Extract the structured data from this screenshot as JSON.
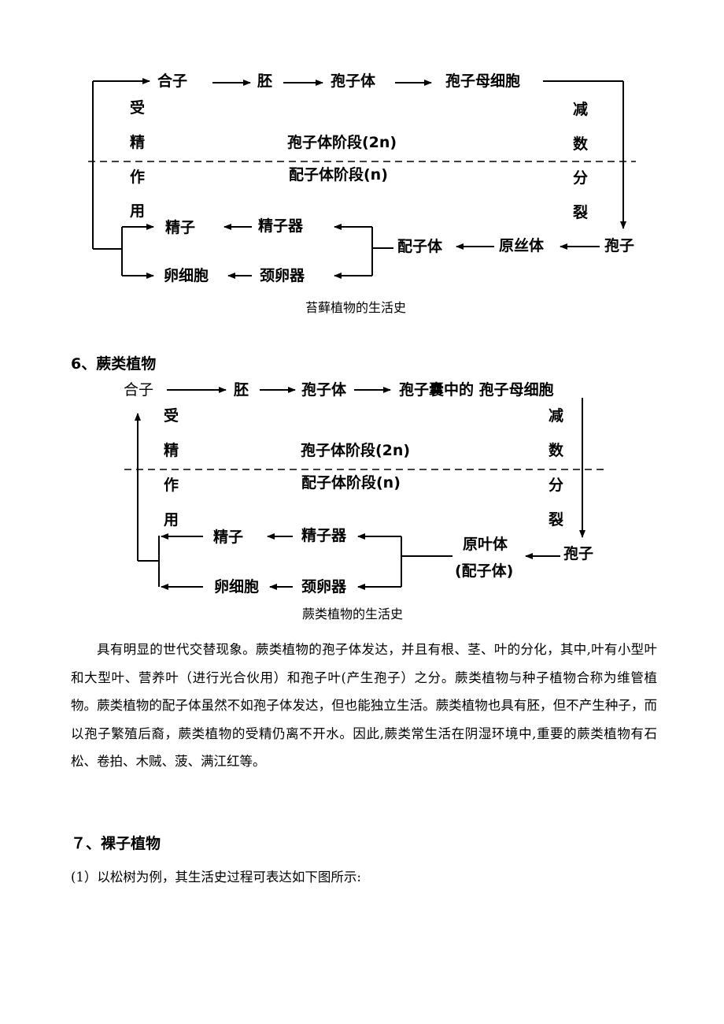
{
  "moss": {
    "top_row": [
      "合子",
      "胚",
      "孢子体",
      "孢子母细胞"
    ],
    "fert": [
      "受",
      "精",
      "作",
      "用"
    ],
    "meiosis": [
      "减",
      "数",
      "分",
      "裂"
    ],
    "sporophyte_stage": "孢子体阶段(2n)",
    "gametophyte_stage": "配子体阶段(n)",
    "sperm": "精子",
    "antheridium": "精子器",
    "egg": "卵细胞",
    "archegonium": "颈卵器",
    "gametophyte": "配子体",
    "protonema": "原丝体",
    "spore": "孢子",
    "caption": "苔藓植物的生活史"
  },
  "fern_heading": "6、蕨类植物",
  "fern": {
    "top_row": [
      "合子",
      "胚",
      "孢子体",
      "孢子囊中的 孢子母细胞"
    ],
    "fert": [
      "受",
      "精",
      "作",
      "用"
    ],
    "meiosis": [
      "减",
      "数",
      "分",
      "裂"
    ],
    "sporophyte_stage": "孢子体阶段(2n)",
    "gametophyte_stage": "配子体阶段(n)",
    "sperm": "精子",
    "antheridium": "精子器",
    "egg": "卵细胞",
    "archegonium": "颈卵器",
    "prothallus": "原叶体",
    "prothallus_note": "(配子体)",
    "spore": "孢子",
    "caption": "蕨类植物的生活史"
  },
  "fern_paragraph": "具有明显的世代交替现象。蕨类植物的孢子体发达，并且有根、茎、叶的分化，其中,叶有小型叶和大型叶、营养叶（进行光合伙用）和孢子叶(产生孢子）之分。蕨类植物与种子植物合称为维管植物。蕨类植物的配子体虽然不如孢子体发达，但也能独立生活。蕨类植物也具有胚，但不产生种子，而以孢子繁殖后裔，蕨类植物的受精仍离不开水。因此,蕨类常生活在阴湿环境中,重要的蕨类植物有石松、卷拍、木贼、菠、满江红等。",
  "gymno_heading": "７、裸子植物",
  "gymno_line": "(1）以松树为例，其生活史过程可表达如下图所示:"
}
